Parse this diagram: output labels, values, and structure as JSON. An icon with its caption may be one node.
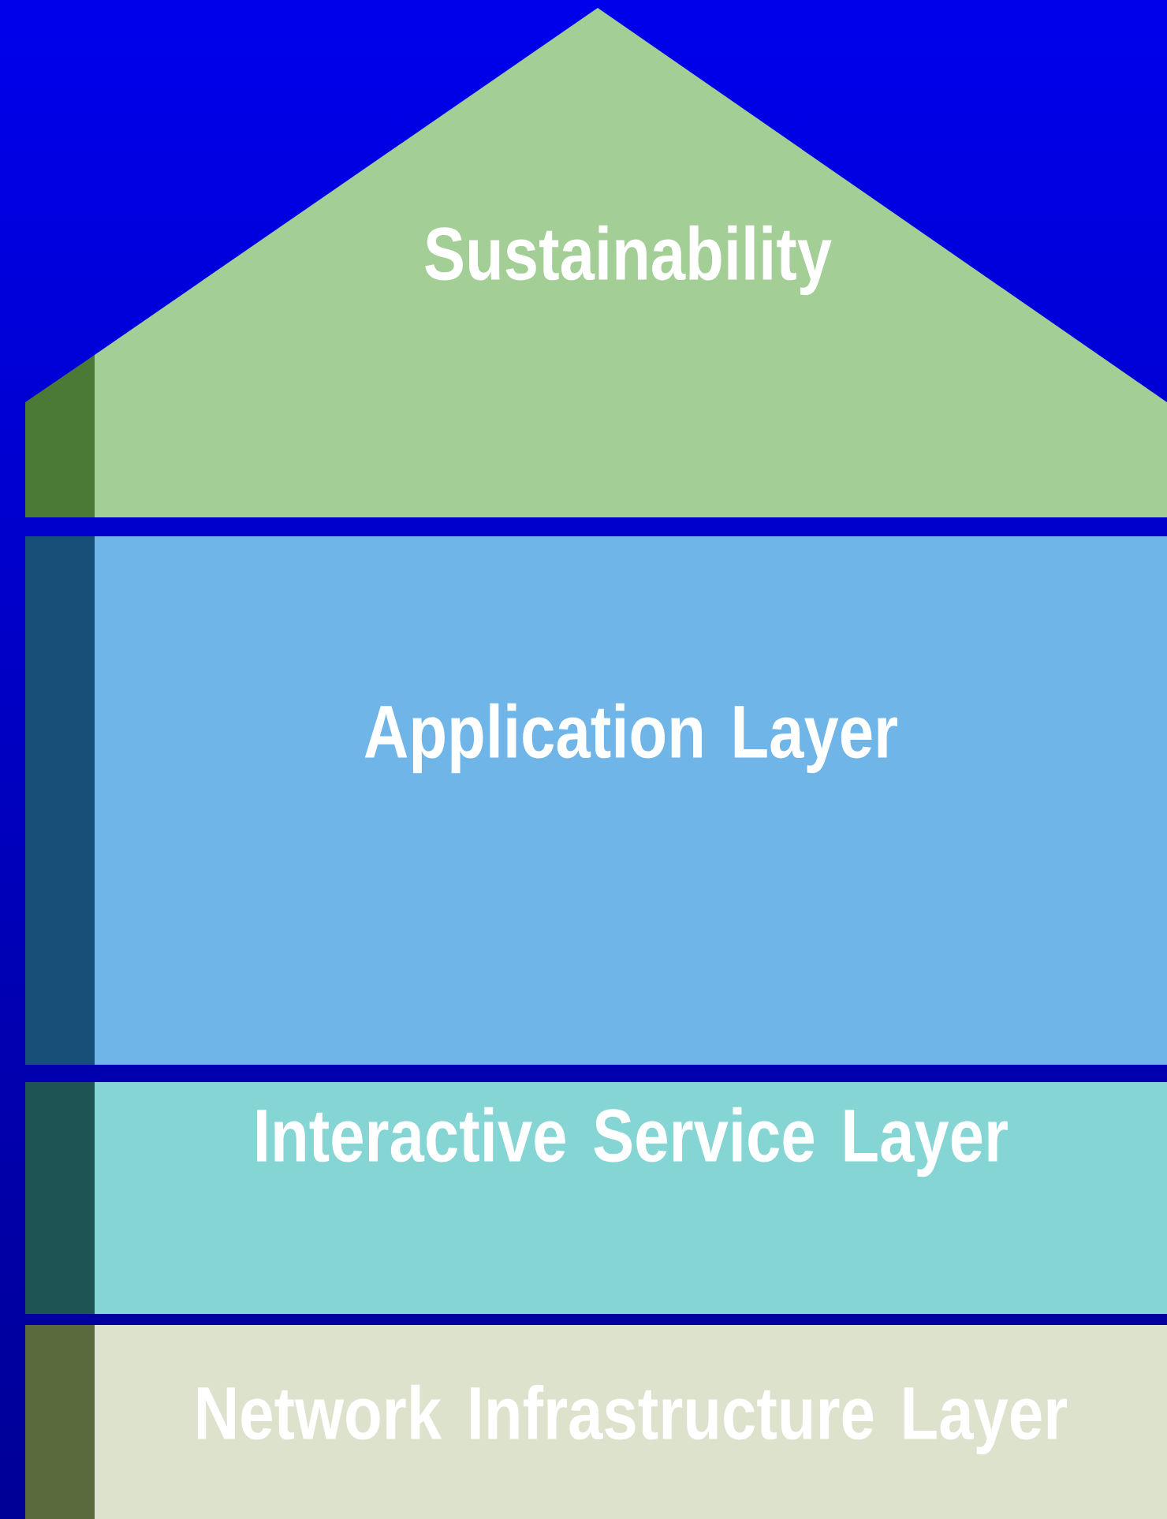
{
  "diagram": {
    "nodes": [
      {
        "text": [
          "Sustainability"
        ]
      },
      {
        "text": [
          "Application Layer"
        ]
      },
      {
        "text": [
          "Interactive Service Layer"
        ]
      },
      {
        "text": [
          "Network Infrastructure Layer"
        ]
      }
    ]
  }
}
